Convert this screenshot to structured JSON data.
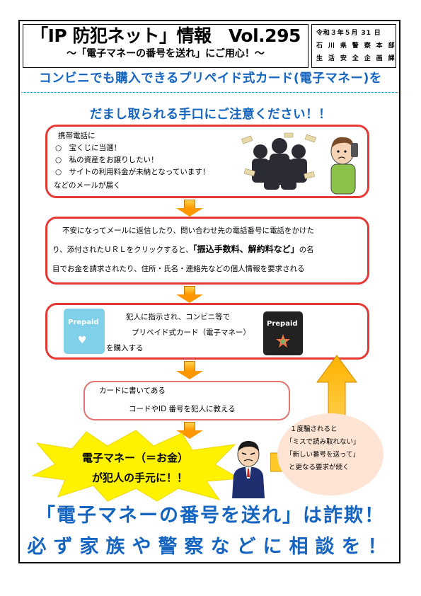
{
  "header": {
    "title": "「IP 防犯ネット」情報　Vol.295",
    "subtitle": "～「電子マネーの番号を送れ」にご用心！～",
    "date": "令和３年５月 31 日",
    "org1": "石 川 県 警 察 本 部",
    "org2": "生 活 安 全 企 画 課"
  },
  "headline": {
    "line1": "コンビニでも購入できるプリペイド式カード(電子マネー)を",
    "line2": "だまし取られる手口にご注意ください！！"
  },
  "step1": {
    "lines": [
      "携帯電話に",
      "○　宝くじに当選！",
      "○　私の資産をお譲りしたい！",
      "○　サイトの利用料金が未納となっています！",
      "などのメールが届く"
    ]
  },
  "step2": {
    "line1": "不安になってメールに返信したり、問い合わせ先の電話番号に電話をかけた",
    "line2a": "り、添付されたＵＲＬをクリックすると、",
    "line2b": "「振込手数料、解約料など」",
    "line2c": "の名",
    "line3": "目でお金を請求されたり、住所・氏名・連絡先などの個人情報を要求される"
  },
  "step3": {
    "line1": "犯人に指示され、コンビニ等で",
    "line2": "プリペイド式カード（電子マネー）",
    "line3": "を購入する",
    "card_label": "Prepaid"
  },
  "step4": {
    "line1": "カードに書いてある",
    "line2": "コードやID 番号を犯人に教える"
  },
  "burst": {
    "line1": "電子マネー（＝お金）",
    "line2": "が犯人の手元に！！"
  },
  "repeat_note": {
    "line1": "１度騙されると",
    "line2": "「ミスで読み取れない」",
    "line3": "「新しい番号を送って」",
    "line4": "と更なる要求が続く"
  },
  "footer": {
    "line1": "「電子マネーの番号を送れ」は詐欺！",
    "line2": "必ず家族や警察などに相談を！"
  },
  "colors": {
    "headline_blue": "#1565c0",
    "box_red": "#e53935",
    "arrow_orange": "#ff9800",
    "burst_yellow": "#fff200",
    "circle_peach": "#fde4d4"
  }
}
